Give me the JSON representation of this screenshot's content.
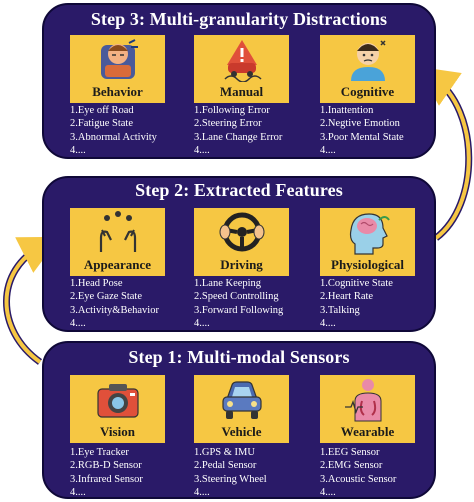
{
  "steps": [
    {
      "title": "Step 3: Multi-granularity Distractions",
      "cards": [
        {
          "label": "Behavior",
          "icon": "tired-driver-icon",
          "items": [
            "1.Eye off Road",
            "2.Fatigue State",
            "3.Abnormal Activity",
            "4...."
          ]
        },
        {
          "label": "Manual",
          "icon": "swerving-car-warning-icon",
          "items": [
            "1.Following Error",
            "2.Steering Error",
            "3.Lane Change Error",
            "4...."
          ]
        },
        {
          "label": "Cognitive",
          "icon": "confused-person-icon",
          "items": [
            "1.Inattention",
            "2.Negtive Emotion",
            "3.Poor Mental State",
            "4...."
          ]
        }
      ]
    },
    {
      "title": "Step 2: Extracted Features",
      "cards": [
        {
          "label": "Appearance",
          "icon": "juggling-hands-icon",
          "items": [
            "1.Head Pose",
            "2.Eye Gaze State",
            "3.Activity&Behavior",
            "4...."
          ]
        },
        {
          "label": "Driving",
          "icon": "steering-wheel-hands-icon",
          "items": [
            "1.Lane Keeping",
            "2.Speed Controlling",
            "3.Forward Following",
            "4...."
          ]
        },
        {
          "label": "Physiological",
          "icon": "head-brain-icon",
          "items": [
            "1.Cognitive State",
            "2.Heart Rate",
            "3.Talking",
            "4...."
          ]
        }
      ]
    },
    {
      "title": "Step 1: Multi-modal Sensors",
      "cards": [
        {
          "label": "Vision",
          "icon": "camera-icon",
          "items": [
            "1.Eye Tracker",
            "2.RGB-D Sensor",
            "3.Infrared Sensor",
            "4...."
          ]
        },
        {
          "label": "Vehicle",
          "icon": "car-front-icon",
          "items": [
            "1.GPS & IMU",
            "2.Pedal Sensor",
            "3.Steering Wheel",
            "4...."
          ]
        },
        {
          "label": "Wearable",
          "icon": "body-sensor-icon",
          "items": [
            "1.EEG Sensor",
            "2.EMG Sensor",
            "3.Acoustic Sensor",
            "4...."
          ]
        }
      ]
    }
  ],
  "colors": {
    "panel": "#2a1a68",
    "card": "#f6c743",
    "arrow": "#f6c743",
    "text": "#ffffff"
  }
}
